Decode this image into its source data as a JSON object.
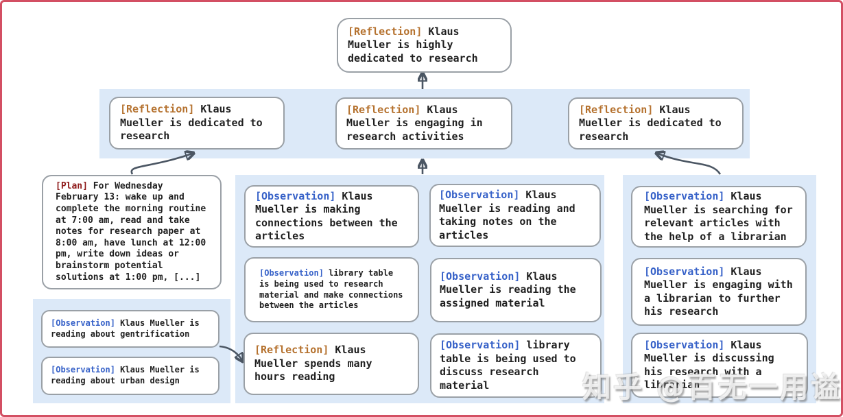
{
  "nodes": {
    "root": {
      "tag": "[Reflection]",
      "text": "Klaus Mueller is highly dedicated to research"
    },
    "refl_left": {
      "tag": "[Reflection]",
      "text": "Klaus Mueller is dedicated to research"
    },
    "refl_mid": {
      "tag": "[Reflection]",
      "text": "Klaus Mueller is engaging in research activities"
    },
    "refl_right": {
      "tag": "[Reflection]",
      "text": "Klaus Mueller is dedicated to research"
    },
    "plan": {
      "tag": "[Plan]",
      "text": "For Wednesday February 13: wake up and complete the morning routine at 7:00 am, read and take notes for research paper at 8:00 am, have lunch at 12:00 pm, write down ideas or brainstorm potential solutions at 1:00 pm, [...]"
    },
    "obs_gentrification": {
      "tag": "[Observation]",
      "text": "Klaus Mueller is reading about gentrification"
    },
    "obs_urban": {
      "tag": "[Observation]",
      "text": "Klaus Mueller is reading about urban design"
    },
    "obs_connections": {
      "tag": "[Observation]",
      "text": "Klaus Mueller is making connections between the articles"
    },
    "obs_library_research": {
      "tag": "[Observation]",
      "text": "library table is being used to research material and make connections between the articles"
    },
    "refl_hours": {
      "tag": "[Reflection]",
      "text": "Klaus Mueller spends many hours reading"
    },
    "obs_taking_notes": {
      "tag": "[Observation]",
      "text": "Klaus Mueller is reading and taking notes on the articles"
    },
    "obs_assigned": {
      "tag": "[Observation]",
      "text": "Klaus Mueller is reading the assigned material"
    },
    "obs_library_discuss": {
      "tag": "[Observation]",
      "text": "library table is being used to discuss research material"
    },
    "obs_searching": {
      "tag": "[Observation]",
      "text": "Klaus Mueller is searching for relevant articles with the help of a librarian"
    },
    "obs_engaging": {
      "tag": "[Observation]",
      "text": "Klaus Mueller is engaging with a librarian to further his research"
    },
    "obs_discussing": {
      "tag": "[Observation]",
      "text": "Klaus Mueller is discussing his research with a librarian"
    }
  },
  "watermark": {
    "text": "知乎 @百无一用谥书生"
  },
  "colors": {
    "band_background": "#dce9f8",
    "box_border": "#9aa0a6",
    "reflection_tag": "#b5722f",
    "observation_tag": "#3661c8",
    "plan_tag": "#8f1b1b",
    "arrow": "#4b5663",
    "frame_border": "#d34f63",
    "body_text": "#1f1f1f"
  }
}
